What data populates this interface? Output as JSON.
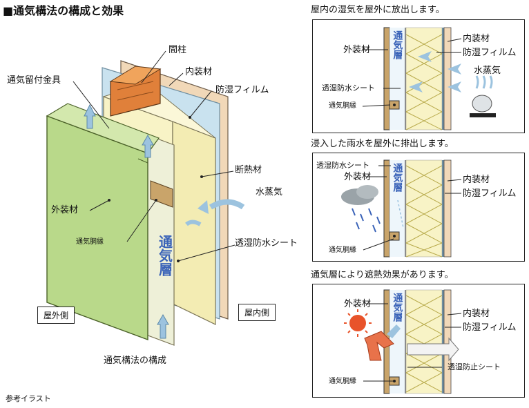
{
  "title": "■通気構法の構成と効果",
  "main": {
    "labels": {
      "mabashira": "間柱",
      "naisouzai": "内装材",
      "kanagu": "通気留付金具",
      "film": "防湿フィルム",
      "dannetsu": "断熱材",
      "jouki": "水蒸気",
      "gaisou": "外装材",
      "douen": "通気胴縁",
      "sheet": "透湿防水シート",
      "tsuuki": "通気層",
      "exterior": "屋外側",
      "interior": "屋内側"
    },
    "caption": "通気構法の構成",
    "footnote": "参考イラスト"
  },
  "panels": [
    {
      "heading": "屋内の湿気を屋外に放出します。",
      "layer": "通気層",
      "labels": {
        "outer": "外装材",
        "inner": "内装材",
        "film": "防湿フィルム",
        "steam": "水蒸気",
        "sheet": "透湿防水シート",
        "batten": "通気胴縁"
      }
    },
    {
      "heading": "浸入した雨水を屋外に排出します。",
      "layer": "通気層",
      "labels": {
        "sheet": "透湿防水シート",
        "outer": "外装材",
        "inner": "内装材",
        "film": "防湿フィルム",
        "batten": "通気胴縁"
      }
    },
    {
      "heading": "通気層により遮熱効果があります。",
      "layer": "通気層",
      "labels": {
        "outer": "外装材",
        "inner": "内装材",
        "film": "防湿フィルム",
        "sheet": "透湿防止シート",
        "batten": "通気胴縁"
      }
    }
  ],
  "colors": {
    "siding": "#b9d98a",
    "wrap": "#c9e2ef",
    "insulation": "#f8f3c6",
    "wood": "#e0803a",
    "board": "#f1d8b8",
    "arrow": "#9cc3df",
    "air_text": "#3a63b8"
  }
}
